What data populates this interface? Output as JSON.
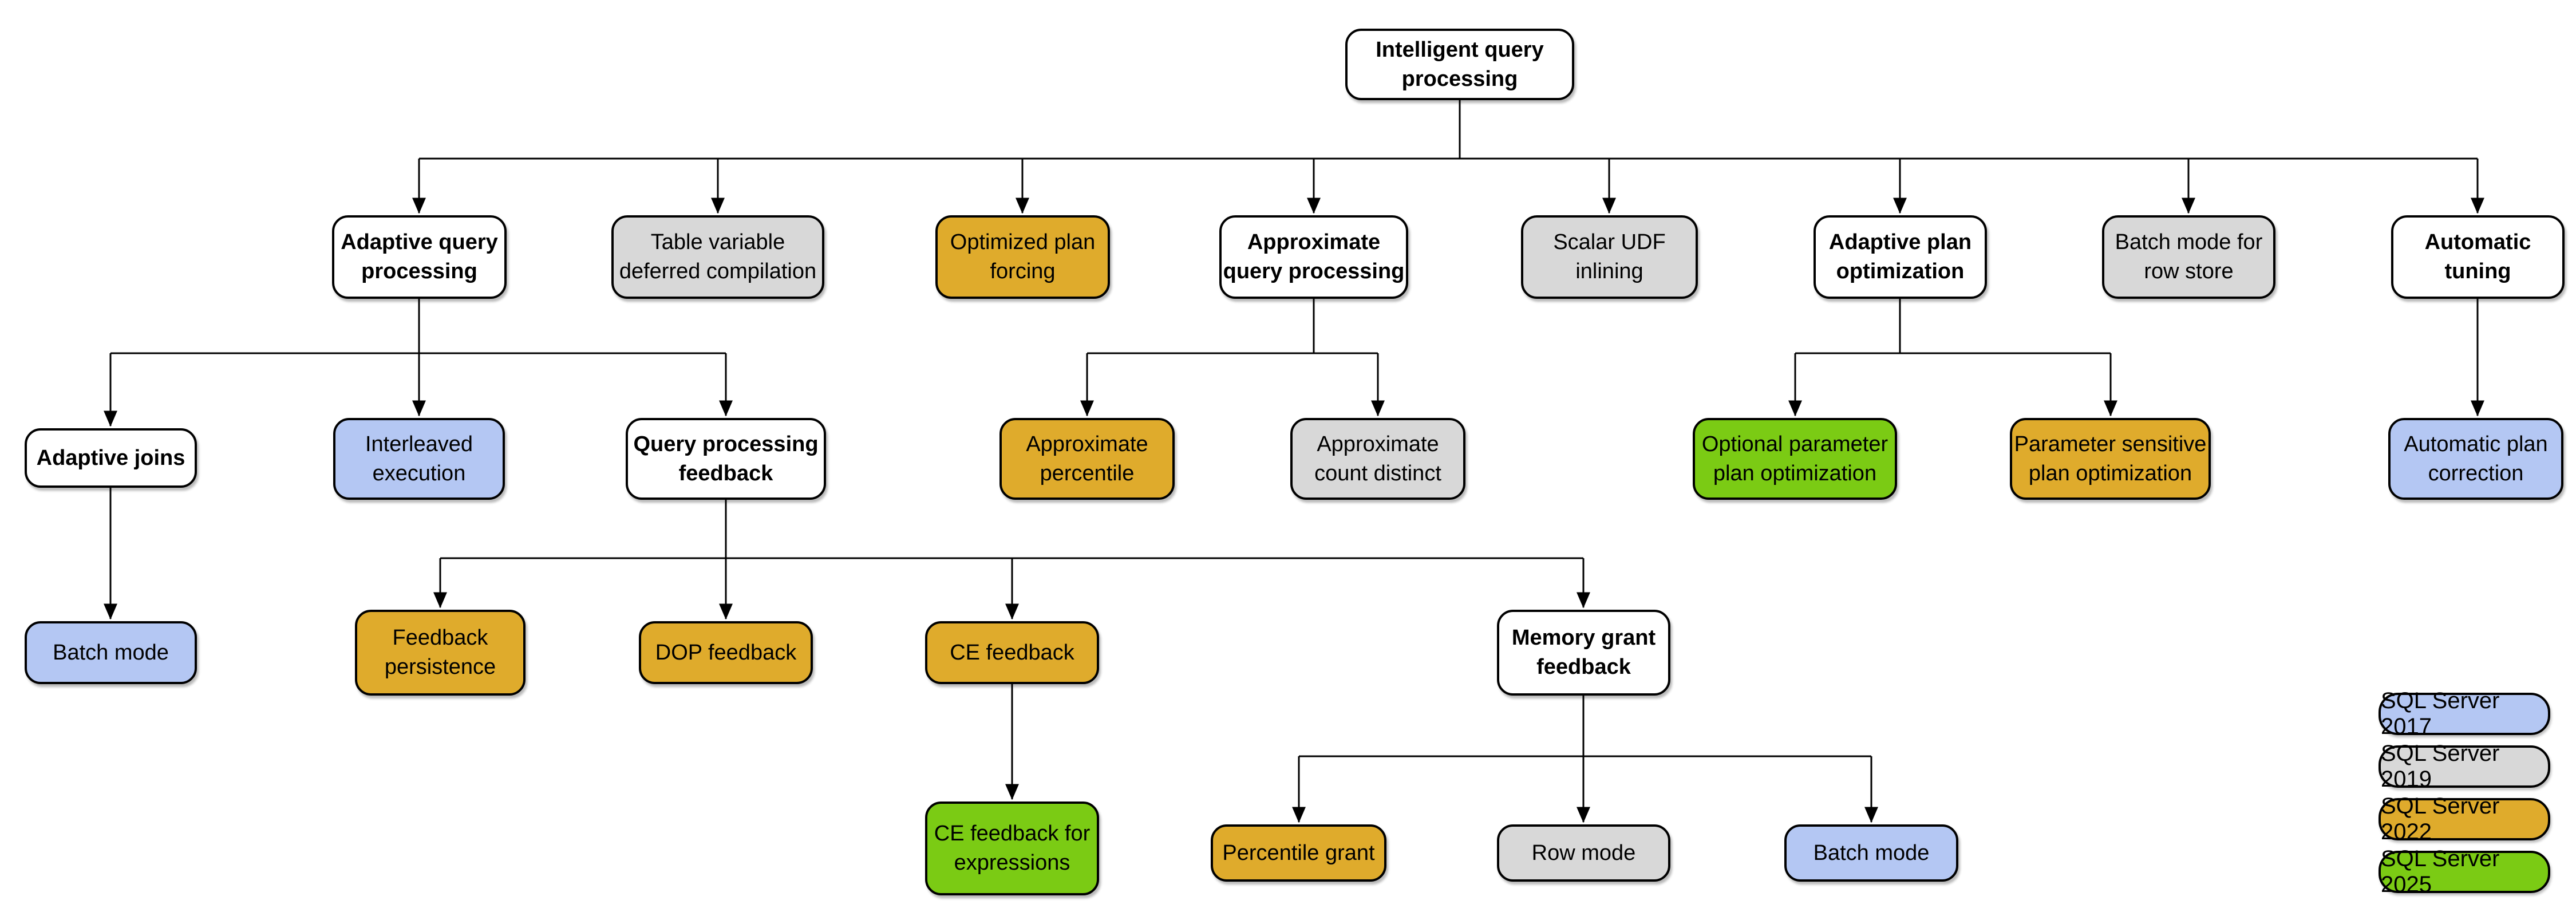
{
  "colors": {
    "version_2017": "#b4c7f3",
    "version_2019": "#d8d8d8",
    "version_2022": "#dfab2c",
    "version_2025": "#7bcb14",
    "plain_node": "#ffffff",
    "border": "#000000",
    "connector_line": "#000000",
    "background": "#ffffff"
  },
  "nodes": [
    {
      "id": "intelligent-query-processing",
      "label": "Intelligent query\nprocessing",
      "version": null
    },
    {
      "id": "adaptive-query-processing",
      "label": "Adaptive query\nprocessing",
      "version": null
    },
    {
      "id": "table-variable-deferred-compilation",
      "label": "Table variable\ndeferred compilation",
      "version": "2019"
    },
    {
      "id": "optimized-plan-forcing",
      "label": "Optimized plan\nforcing",
      "version": "2022"
    },
    {
      "id": "approximate-query-processing",
      "label": "Approximate\nquery processing",
      "version": null
    },
    {
      "id": "scalar-udf-inlining",
      "label": "Scalar UDF\ninlining",
      "version": "2019"
    },
    {
      "id": "adaptive-plan-optimization",
      "label": "Adaptive plan\noptimization",
      "version": null
    },
    {
      "id": "batch-mode-for-row-store",
      "label": "Batch mode for\nrow store",
      "version": "2019"
    },
    {
      "id": "automatic-tuning",
      "label": "Automatic\ntuning",
      "version": null
    },
    {
      "id": "adaptive-joins",
      "label": "Adaptive joins",
      "version": null
    },
    {
      "id": "interleaved-execution",
      "label": "Interleaved\nexecution",
      "version": "2017"
    },
    {
      "id": "query-processing-feedback",
      "label": "Query processing\nfeedback",
      "version": null
    },
    {
      "id": "approximate-percentile",
      "label": "Approximate\npercentile",
      "version": "2022"
    },
    {
      "id": "approximate-count-distinct",
      "label": "Approximate\ncount distinct",
      "version": "2019"
    },
    {
      "id": "optional-parameter-plan-optimization",
      "label": "Optional parameter\nplan optimization",
      "version": "2025"
    },
    {
      "id": "parameter-sensitive-plan-optimization",
      "label": "Parameter sensitive\nplan optimization",
      "version": "2022"
    },
    {
      "id": "automatic-plan-correction",
      "label": "Automatic plan\ncorrection",
      "version": "2017"
    },
    {
      "id": "batch-mode-adaptive-joins",
      "label": "Batch mode",
      "version": "2017"
    },
    {
      "id": "feedback-persistence",
      "label": "Feedback\npersistence",
      "version": "2022"
    },
    {
      "id": "dop-feedback",
      "label": "DOP feedback",
      "version": "2022"
    },
    {
      "id": "ce-feedback",
      "label": "CE feedback",
      "version": "2022"
    },
    {
      "id": "memory-grant-feedback",
      "label": "Memory grant\nfeedback",
      "version": null
    },
    {
      "id": "ce-feedback-for-expressions",
      "label": "CE feedback for\nexpressions",
      "version": "2025"
    },
    {
      "id": "percentile-grant",
      "label": "Percentile grant",
      "version": "2022"
    },
    {
      "id": "row-mode",
      "label": "Row mode",
      "version": "2019"
    },
    {
      "id": "batch-mode-memory-grant",
      "label": "Batch mode",
      "version": "2017"
    }
  ],
  "legend": {
    "items": [
      {
        "label": "SQL Server 2017",
        "version": "2017"
      },
      {
        "label": "SQL Server 2019",
        "version": "2019"
      },
      {
        "label": "SQL Server 2022",
        "version": "2022"
      },
      {
        "label": "SQL Server 2025",
        "version": "2025"
      }
    ]
  }
}
